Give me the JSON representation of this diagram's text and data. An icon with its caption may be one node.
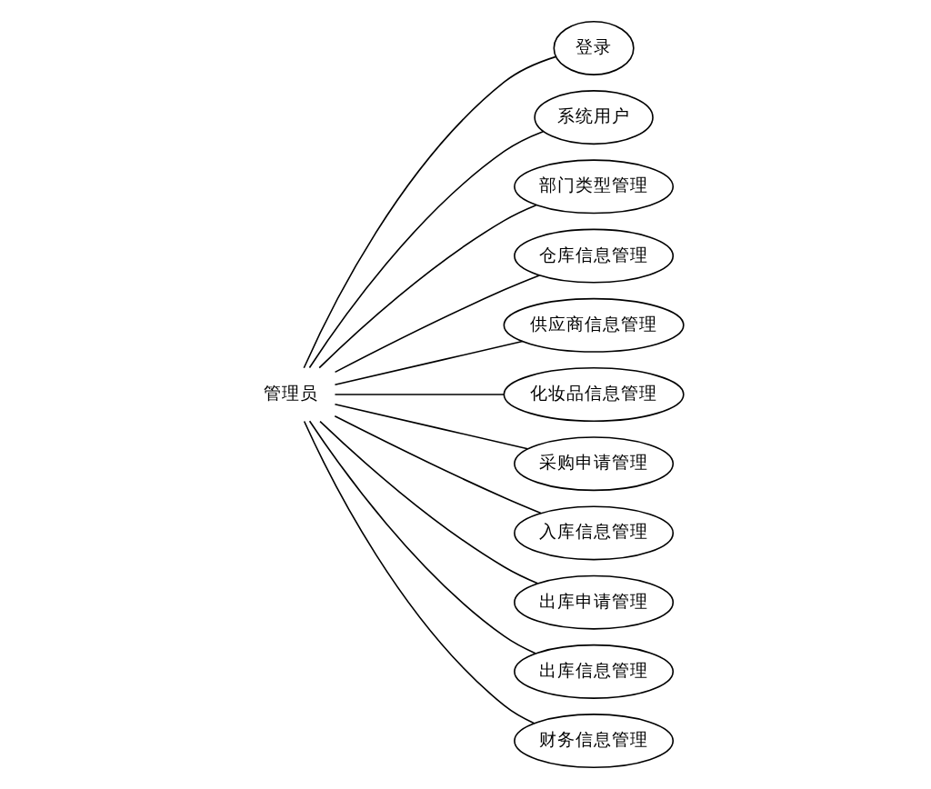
{
  "diagram": {
    "nodes": [
      {
        "text": [
          "管理员"
        ]
      },
      {
        "text": [
          "登录"
        ]
      },
      {
        "text": [
          "系统用户"
        ]
      },
      {
        "text": [
          "部门类型管理"
        ]
      },
      {
        "text": [
          "仓库信息管理"
        ]
      },
      {
        "text": [
          "供应商信息管理"
        ]
      },
      {
        "text": [
          "化妆品信息管理"
        ]
      },
      {
        "text": [
          "采购申请管理"
        ]
      },
      {
        "text": [
          "入库信息管理"
        ]
      },
      {
        "text": [
          "出库申请管理"
        ]
      },
      {
        "text": [
          "出库信息管理"
        ]
      },
      {
        "text": [
          "财务信息管理"
        ]
      }
    ],
    "edges": [
      {
        "from": 0,
        "to": 1,
        "arrow": "none"
      },
      {
        "from": 0,
        "to": 2,
        "arrow": "none"
      },
      {
        "from": 0,
        "to": 3,
        "arrow": "none"
      },
      {
        "from": 0,
        "to": 4,
        "arrow": "none"
      },
      {
        "from": 0,
        "to": 5,
        "arrow": "none"
      },
      {
        "from": 0,
        "to": 6,
        "arrow": "none"
      },
      {
        "from": 0,
        "to": 7,
        "arrow": "none"
      },
      {
        "from": 0,
        "to": 8,
        "arrow": "none"
      },
      {
        "from": 0,
        "to": 9,
        "arrow": "none"
      },
      {
        "from": 0,
        "to": 10,
        "arrow": "none"
      },
      {
        "from": 0,
        "to": 11,
        "arrow": "none"
      }
    ]
  }
}
